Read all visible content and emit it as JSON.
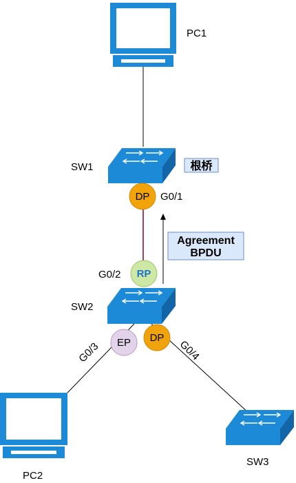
{
  "devices": {
    "pc1": {
      "label": "PC1"
    },
    "sw1": {
      "label": "SW1"
    },
    "sw2": {
      "label": "SW2"
    },
    "sw3": {
      "label": "SW3"
    },
    "pc2": {
      "label": "PC2"
    }
  },
  "root_bridge_tag": "根桥",
  "ports": {
    "sw1_dp": {
      "role": "DP",
      "interface": "G0/1"
    },
    "sw2_rp": {
      "role": "RP",
      "interface": "G0/2"
    },
    "sw2_ep": {
      "role": "EP",
      "interface": "G0/3"
    },
    "sw2_dp": {
      "role": "DP",
      "interface": "G0/4"
    }
  },
  "message": {
    "line1": "Agreement",
    "line2": "BPDU"
  },
  "colors": {
    "device_blue": "#1c8ad6",
    "device_dark": "#1266a8",
    "dp_orange": "#f0a30a",
    "rp_green": "#cde8a4",
    "ep_purple": "#e2d3ea",
    "box_fill": "#dae8fc",
    "box_border": "#6c8ebf",
    "sw1_sw2_link": "#7a0039"
  }
}
